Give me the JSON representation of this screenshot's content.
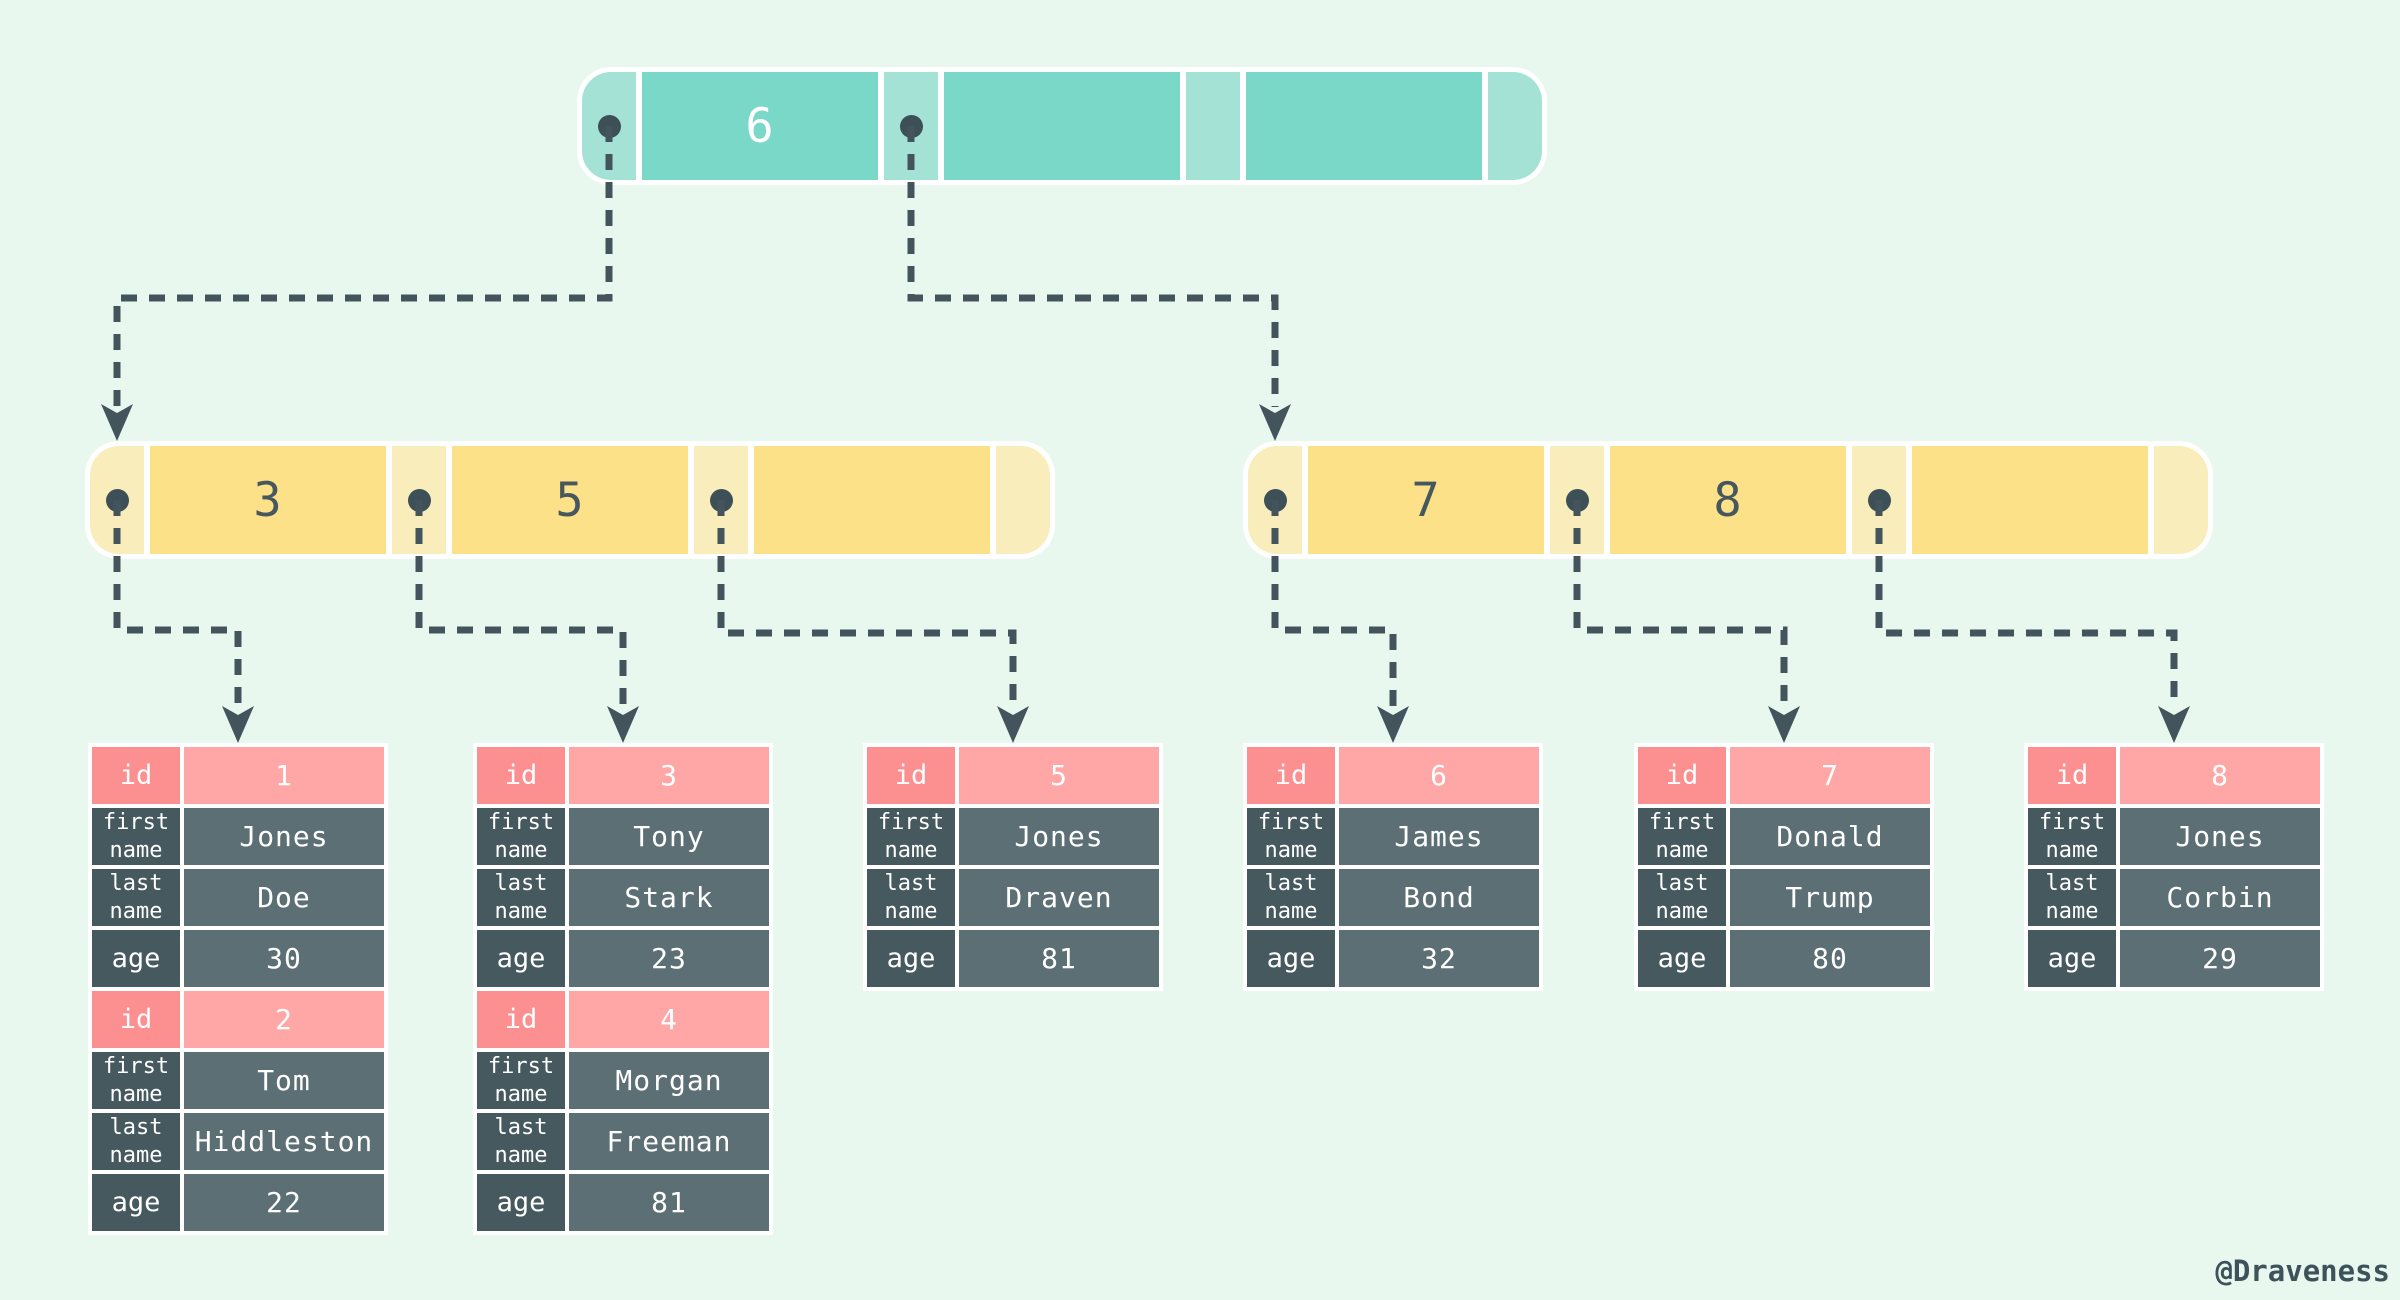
{
  "diagram": "B+ tree index over a user table",
  "watermark": "@Draveness",
  "colors": {
    "background": "#e9f8ef",
    "teal_key": "#7ad8c9",
    "teal_pointer": "#a3e2d5",
    "yellow_key": "#fce189",
    "yellow_pointer": "#f9edbb",
    "pink_label": "#fc8f8f",
    "pink_value": "#ffa6a6",
    "slate_label": "#46595f",
    "slate_value": "#5c6f75",
    "wire": "#44545c",
    "white": "#ffffff"
  },
  "tree": {
    "nodes": [
      {
        "name": "root",
        "keys": [
          "6",
          "",
          ""
        ],
        "dots": [
          true,
          true,
          false,
          false
        ]
      },
      {
        "name": "left-internal",
        "keys": [
          "3",
          "5",
          ""
        ],
        "dots": [
          true,
          true,
          true,
          false
        ]
      },
      {
        "name": "right-internal",
        "keys": [
          "7",
          "8",
          ""
        ],
        "dots": [
          true,
          true,
          true,
          false
        ]
      }
    ]
  },
  "labels": {
    "id": "id",
    "first": "first\nname",
    "last": "last\nname",
    "age": "age"
  },
  "tables": [
    {
      "records": [
        {
          "id": "1",
          "first": "Jones",
          "last": "Doe",
          "age": "30"
        },
        {
          "id": "2",
          "first": "Tom",
          "last": "Hiddleston",
          "age": "22"
        }
      ]
    },
    {
      "records": [
        {
          "id": "3",
          "first": "Tony",
          "last": "Stark",
          "age": "23"
        },
        {
          "id": "4",
          "first": "Morgan",
          "last": "Freeman",
          "age": "81"
        }
      ]
    },
    {
      "records": [
        {
          "id": "5",
          "first": "Jones",
          "last": "Draven",
          "age": "81"
        }
      ]
    },
    {
      "records": [
        {
          "id": "6",
          "first": "James",
          "last": "Bond",
          "age": "32"
        }
      ]
    },
    {
      "records": [
        {
          "id": "7",
          "first": "Donald",
          "last": "Trump",
          "age": "80"
        }
      ]
    },
    {
      "records": [
        {
          "id": "8",
          "first": "Jones",
          "last": "Corbin",
          "age": "29"
        }
      ]
    }
  ]
}
